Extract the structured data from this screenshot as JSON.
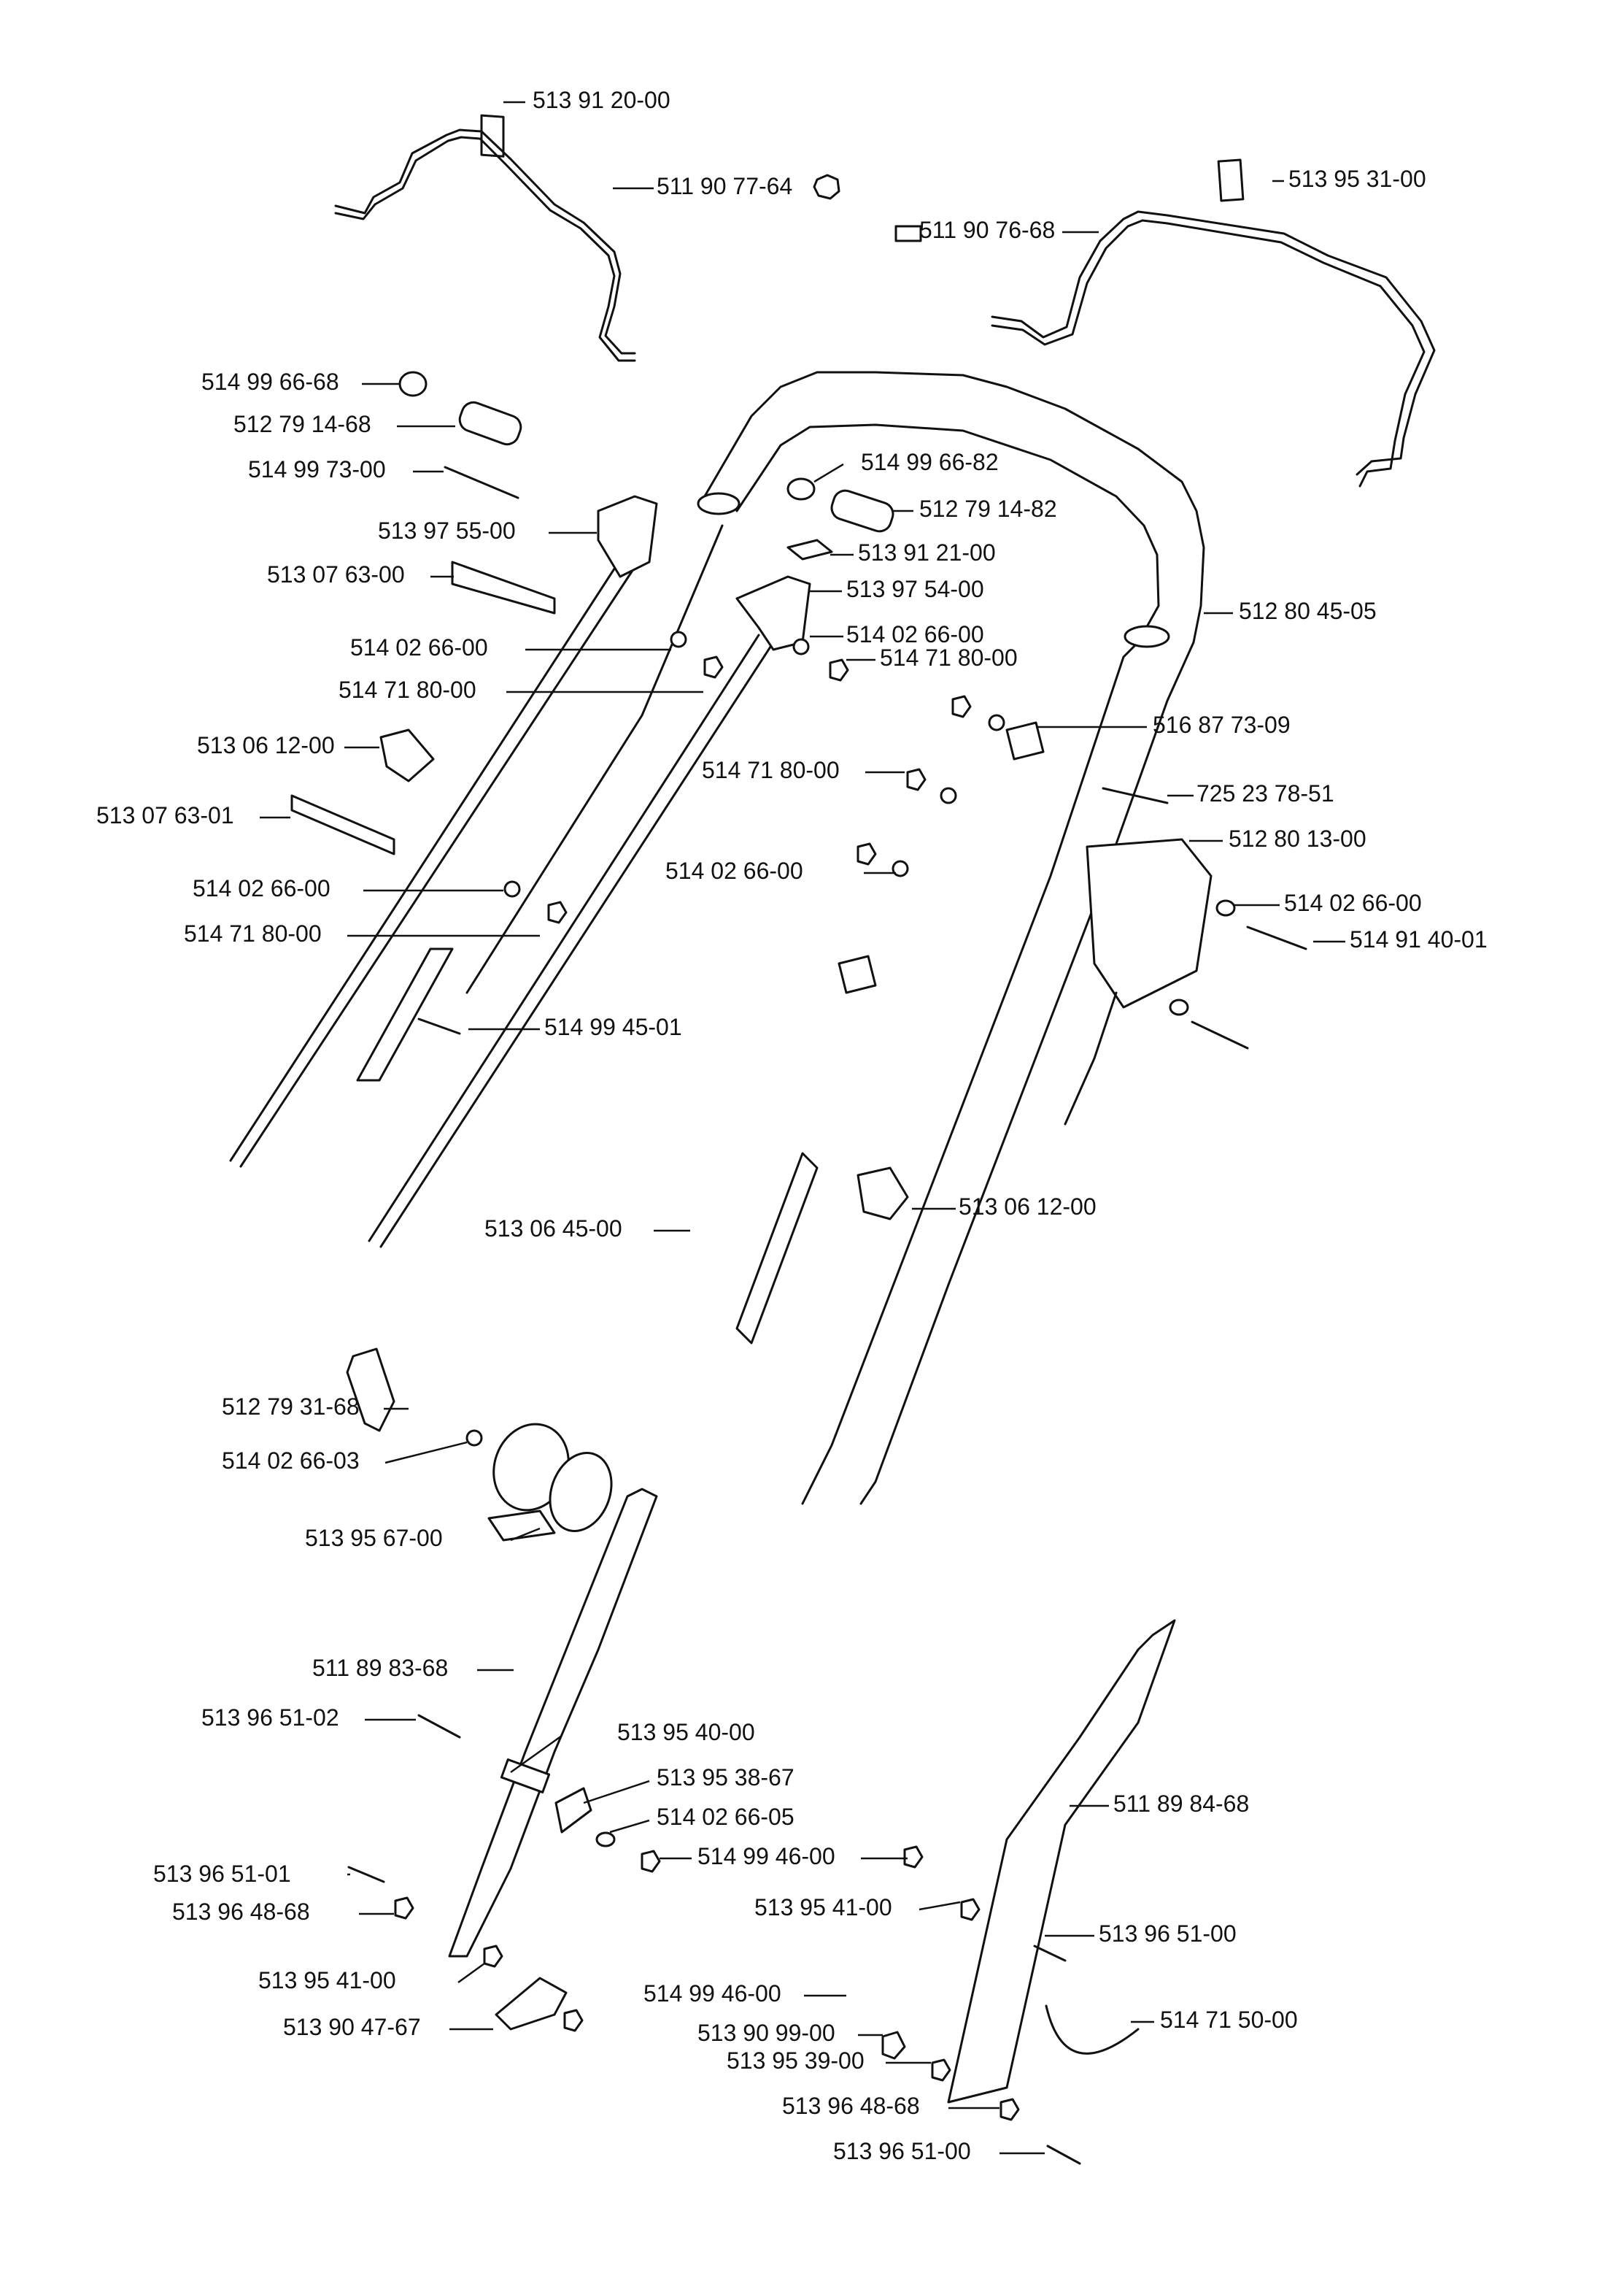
{
  "diagram": {
    "part_labels": [
      "513 91 20-00",
      "511 90 77-64",
      "513 95 31-00",
      "511 90 76-68",
      "514 99 66-68",
      "512 79 14-68",
      "514 99 73-00",
      "513 97 55-00",
      "513 07 63-00",
      "514 02 66-00",
      "514 71 80-00",
      "513 06 12-00",
      "513 07 63-01",
      "514 02 66-00",
      "514 71 80-00",
      "514 99 45-01",
      "514 99 66-82",
      "512 79 14-82",
      "513 91 21-00",
      "513 97 54-00",
      "514 02 66-00",
      "514 71 80-00",
      "512 80 45-05",
      "516 87 73-09",
      "514 71 80-00",
      "725 23 78-51",
      "514 02 66-00",
      "512 80 13-00",
      "514 02 66-00",
      "514 91 40-01",
      "513 06 12-00",
      "513 06 45-00",
      "512 79 31-68",
      "514 02 66-03",
      "513 95 67-00",
      "511 89 83-68",
      "513 96 51-02",
      "513 95 40-00",
      "513 95 38-67",
      "514 02 66-05",
      "514 99 46-00",
      "513 96 51-01",
      "513 96 48-68",
      "513 95 41-00",
      "513 96 51-00",
      "511 89 84-68",
      "514 71 50-00",
      "513 95 41-00",
      "514 99 46-00",
      "513 90 47-67",
      "513 90 99-00",
      "513 95 39-00",
      "513 96 48-68",
      "513 96 51-00"
    ]
  }
}
